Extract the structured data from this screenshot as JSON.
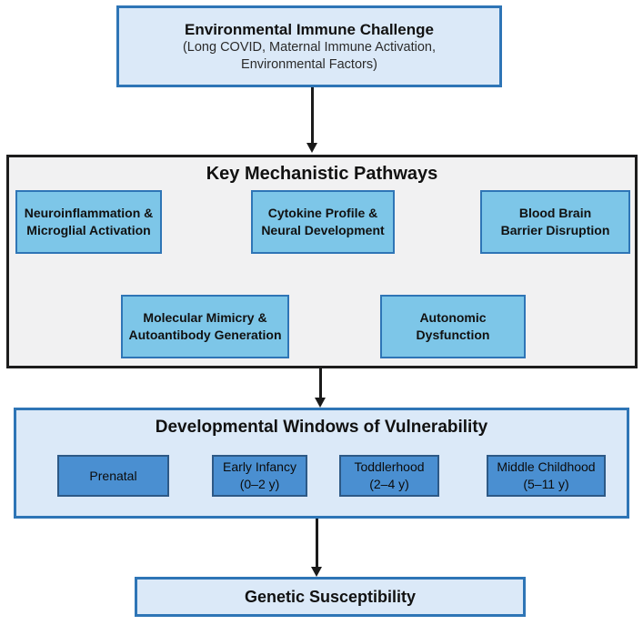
{
  "colors": {
    "light_blue_fill": "#dbe9f8",
    "sky_blue_fill": "#7dc6e8",
    "medium_blue_fill": "#4a8fd1",
    "blue_border": "#2e75b6",
    "dev_inner_border": "#2d5986",
    "gray_fill": "#f1f1f2",
    "dark_border": "#1c1c1c",
    "arrow_color": "#1a1a1a",
    "text_color": "#111111"
  },
  "top_box": {
    "title": "Environmental Immune Challenge",
    "subtitle_lines": [
      "(Long COVID, Maternal Immune Activation,",
      "Environmental Factors)"
    ]
  },
  "pathways": {
    "title": "Key Mechanistic Pathways",
    "boxes": [
      {
        "lines": [
          "Neuroinflammation &",
          "Microglial Activation"
        ]
      },
      {
        "lines": [
          "Cytokine Profile &",
          "Neural Development"
        ]
      },
      {
        "lines": [
          "Blood Brain",
          "Barrier Disruption"
        ]
      },
      {
        "lines": [
          "Molecular Mimicry &",
          "Autoantibody Generation"
        ]
      },
      {
        "lines": [
          "Autonomic",
          "Dysfunction"
        ]
      }
    ]
  },
  "windows": {
    "title": "Developmental Windows of Vulnerability",
    "boxes": [
      {
        "lines": [
          "Prenatal",
          ""
        ]
      },
      {
        "lines": [
          "Early Infancy",
          "(0–2 y)"
        ]
      },
      {
        "lines": [
          "Toddlerhood",
          "(2–4 y)"
        ]
      },
      {
        "lines": [
          "Middle Childhood",
          "(5–11 y)"
        ]
      }
    ]
  },
  "bottom_box": {
    "title": "Genetic Susceptibility"
  }
}
